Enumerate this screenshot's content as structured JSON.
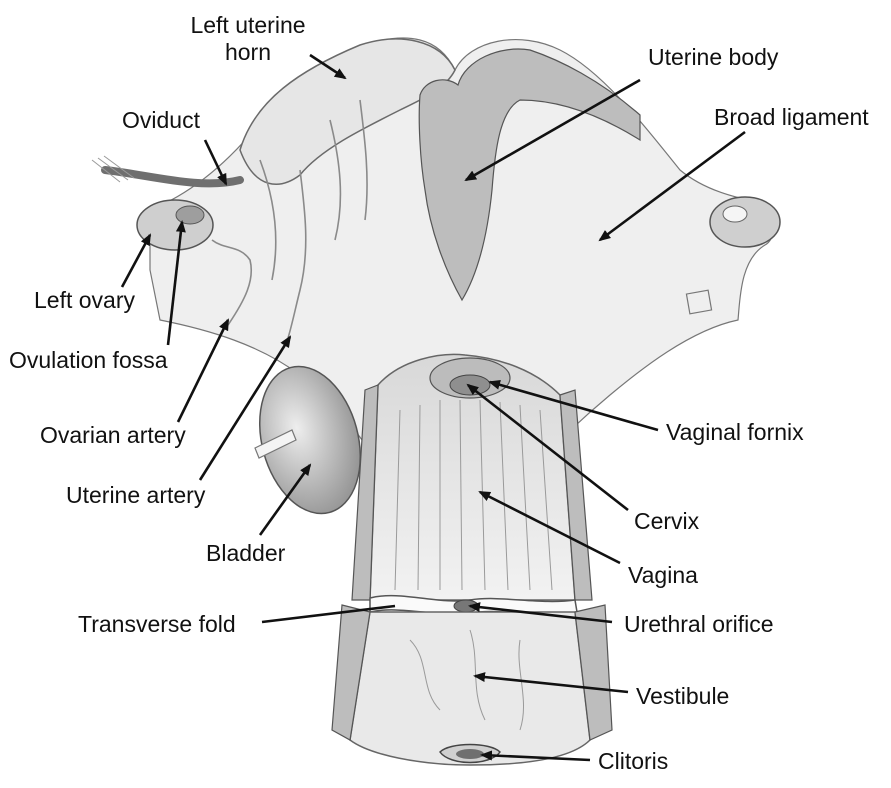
{
  "diagram": {
    "labels": {
      "left_uterine_horn_line1": "Left uterine",
      "left_uterine_horn_line2": "horn",
      "uterine_body": "Uterine body",
      "oviduct": "Oviduct",
      "broad_ligament": "Broad ligament",
      "left_ovary": "Left ovary",
      "ovulation_fossa": "Ovulation fossa",
      "ovarian_artery": "Ovarian artery",
      "uterine_artery": "Uterine artery",
      "bladder": "Bladder",
      "vaginal_fornix": "Vaginal fornix",
      "cervix": "Cervix",
      "vagina": "Vagina",
      "transverse_fold": "Transverse fold",
      "urethral_orifice": "Urethral orifice",
      "vestibule": "Vestibule",
      "clitoris": "Clitoris"
    },
    "colors": {
      "ink": "#111111",
      "tissue": "#e6e6e6",
      "tissue_shadow": "#bdbdbd"
    }
  }
}
